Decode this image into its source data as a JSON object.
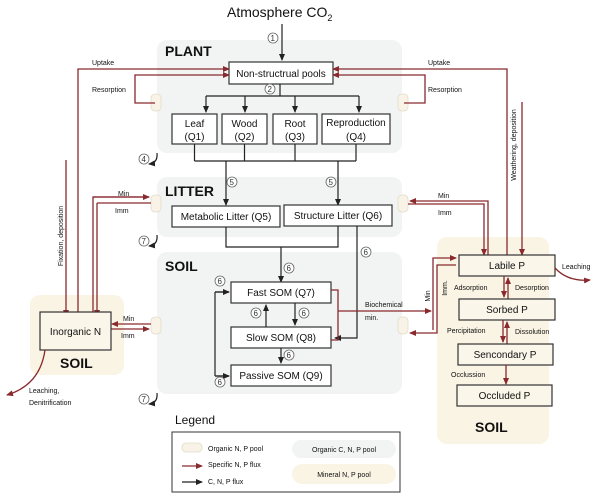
{
  "title": {
    "text": "Atmosphere CO",
    "sub": "2"
  },
  "sections": {
    "plant": "PLANT",
    "litter": "LITTER",
    "soil_mid": "SOIL",
    "soil_left": "SOIL",
    "soil_right": "SOIL"
  },
  "pools": {
    "nonstructural": "Non-structrual pools",
    "leaf": [
      "Leaf",
      "(Q1)"
    ],
    "wood": [
      "Wood",
      "(Q2)"
    ],
    "root": [
      "Root",
      "(Q3)"
    ],
    "reproduction": [
      "Reproduction",
      "(Q4)"
    ],
    "metabolic": "Metabolic Litter (Q5)",
    "structure": "Structure Litter (Q6)",
    "fast": "Fast SOM (Q7)",
    "slow": "Slow SOM (Q8)",
    "passive": "Passive SOM (Q9)",
    "inorganic_n": "Inorganic N",
    "labile_p": "Labile P",
    "sorbed_p": "Sorbed P",
    "secondary_p": "Sencondary P",
    "occluded_p": "Occluded P"
  },
  "flux_labels": {
    "uptake": "Uptake",
    "resorption": "Resorption",
    "fixation": "Fixation, deposition",
    "weathering": "Weathering, deposition",
    "min": "Min",
    "imm": "Imm",
    "imm_dot": "Imm.",
    "biochemical": "Biochemical",
    "min_dot": "min.",
    "leaching": "Leaching",
    "leaching_comma": "Leaching,",
    "denitrification": "Denitrification",
    "adsorption": "Adsorption",
    "desorption": "Desorption",
    "percipitation": "Percipitation",
    "dissolution": "Dissolution",
    "occlussion": "Occlussion"
  },
  "process_numbers": [
    "1",
    "2",
    "4",
    "5",
    "6",
    "7"
  ],
  "legend": {
    "title": "Legend",
    "organic_np_pool": "Organic N, P pool",
    "specific_np_flux": "Specific N, P flux",
    "cnp_flux": "C, N, P flux",
    "organic_cnp_pool": "Organic C, N, P pool",
    "mineral_np_pool": "Mineral N, P pool"
  },
  "colors": {
    "np_flux": "#8a2a2e",
    "cnp_flux": "#222222",
    "organic_cnp_bg": "#f2f3f3",
    "mineral_bg": "#faf4e4",
    "organic_np_pool": "#f8f3e6"
  }
}
